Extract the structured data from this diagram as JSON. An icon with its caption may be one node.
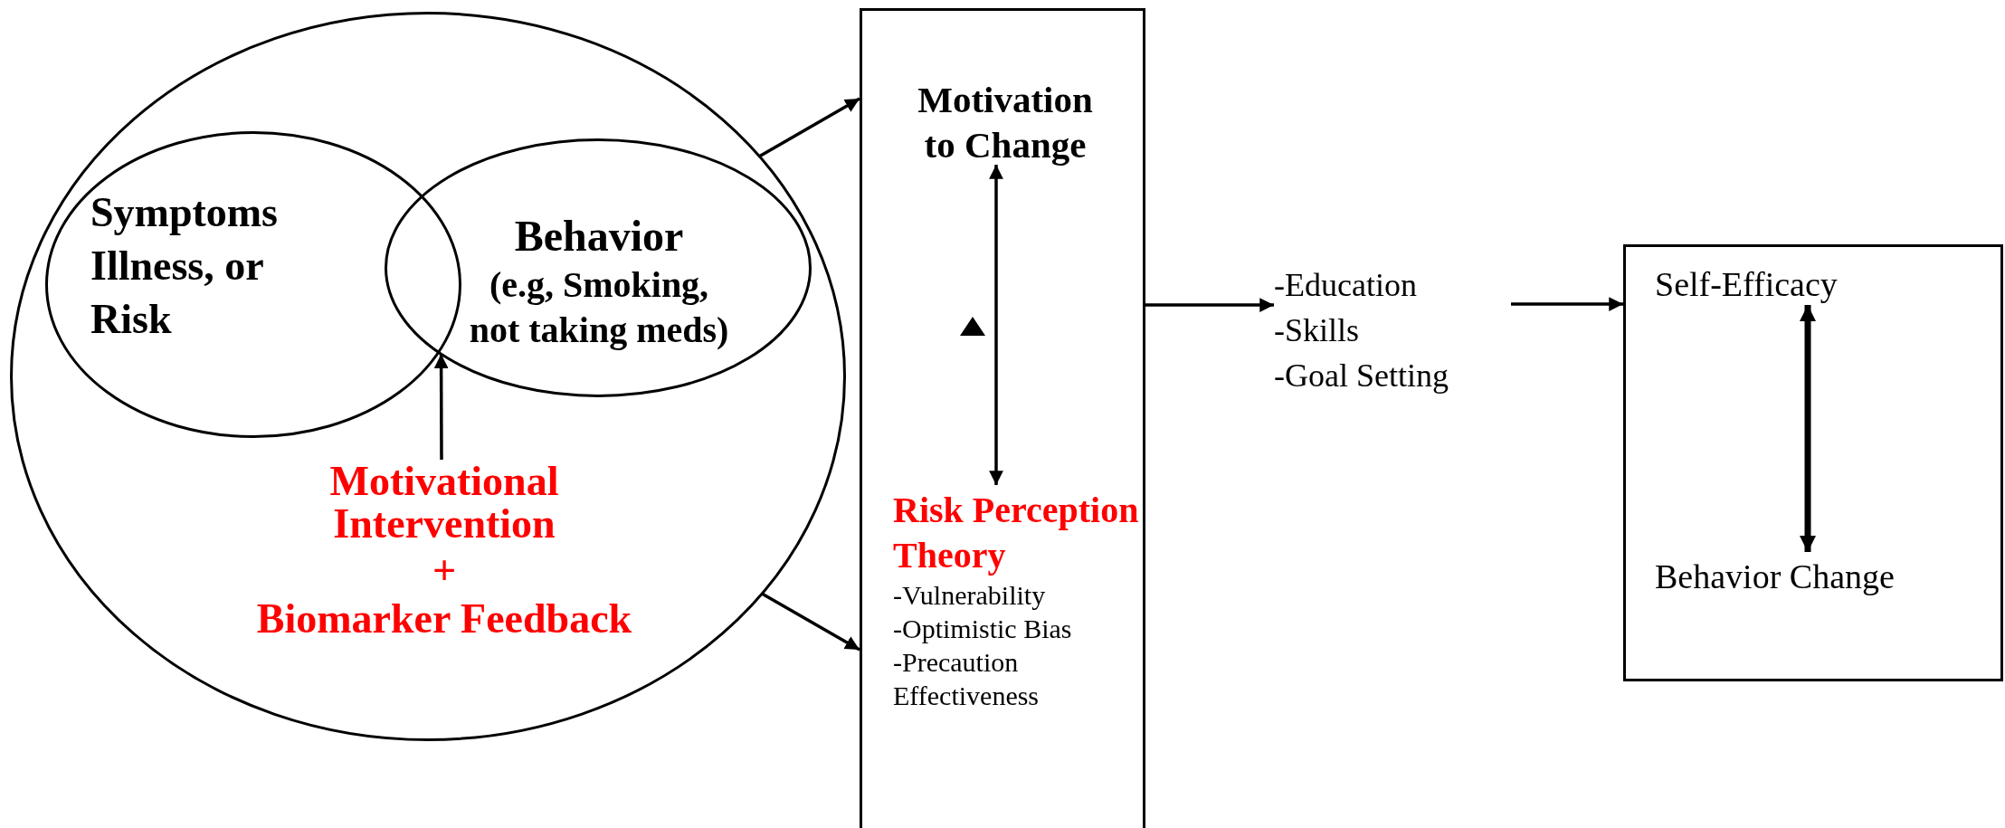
{
  "diagram": {
    "nodes": [
      {
        "text": [],
        "shape": "ellipse"
      },
      {
        "text": [
          "Symptoms Illness, or Risk"
        ],
        "in": 0
      },
      {
        "text": [
          "Behavior",
          "(e.g, Smoking, not taking meds)"
        ],
        "in": 0
      },
      {
        "text": [
          "Motivational Intervention",
          "+",
          "Biomarker Feedback"
        ],
        "in": 0
      },
      {
        "text": [],
        "shape": "box"
      },
      {
        "text": [
          "Motivation to Change"
        ],
        "in": 4
      },
      {
        "text": [
          "Risk Perception Theory",
          "-Vulnerability",
          "-Optimistic Bias",
          "-Precaution Effectiveness"
        ],
        "in": 4
      },
      {
        "text": [
          "-Education",
          "-Skills",
          "-Goal Setting"
        ]
      },
      {
        "text": [],
        "shape": "box"
      },
      {
        "text": [
          "Self-Efficacy"
        ],
        "in": 8
      },
      {
        "text": [
          "Behavior Change"
        ],
        "in": 8
      }
    ],
    "edges": [
      {
        "from": 3,
        "to": 2,
        "arrow": "to"
      },
      {
        "from": 0,
        "to": 4,
        "arrow": "to"
      },
      {
        "from": 0,
        "to": 4,
        "arrow": "to"
      },
      {
        "from": 5,
        "to": 6,
        "arrow": "both"
      },
      {
        "from": 4,
        "to": 7,
        "arrow": "to"
      },
      {
        "from": 7,
        "to": 8,
        "arrow": "to"
      },
      {
        "from": 9,
        "to": 10,
        "arrow": "both",
        "style": "thick"
      }
    ]
  }
}
